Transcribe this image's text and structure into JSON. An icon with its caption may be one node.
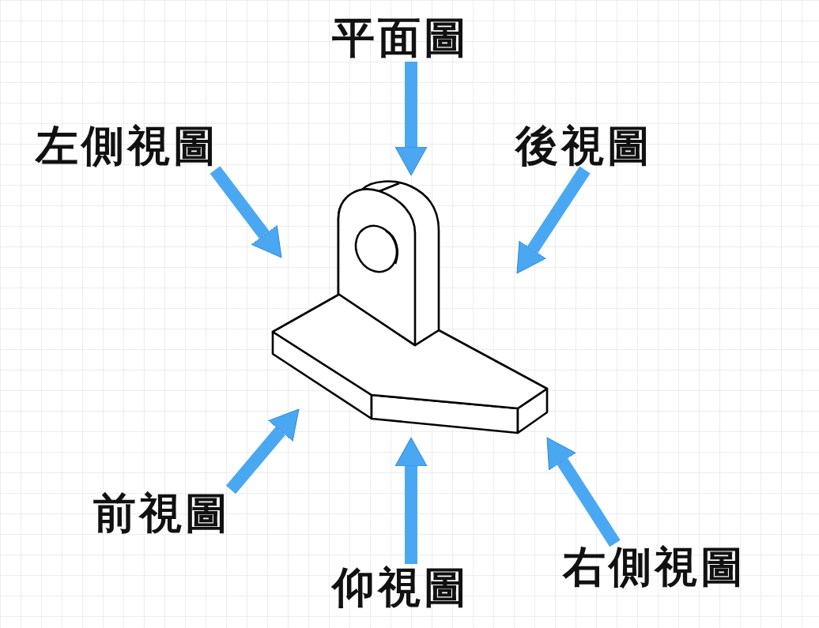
{
  "diagram": {
    "nodes": [
      {
        "text": [
          "平面圖"
        ]
      },
      {
        "text": [
          "左側視圖"
        ]
      },
      {
        "text": [
          "後視圖"
        ]
      },
      {
        "text": [],
        "shape": "picture"
      },
      {
        "text": [
          "前視圖"
        ]
      },
      {
        "text": [
          "仰視圖"
        ]
      },
      {
        "text": [
          "右側視圖"
        ]
      }
    ],
    "edges": [
      {
        "from": 0,
        "to": 3,
        "arrow": "to"
      },
      {
        "from": 1,
        "to": 3,
        "arrow": "to"
      },
      {
        "from": 2,
        "to": 3,
        "arrow": "to"
      },
      {
        "from": 4,
        "to": 3,
        "arrow": "to"
      },
      {
        "from": 5,
        "to": 3,
        "arrow": "to"
      },
      {
        "from": 6,
        "to": 3,
        "arrow": "to"
      }
    ]
  }
}
